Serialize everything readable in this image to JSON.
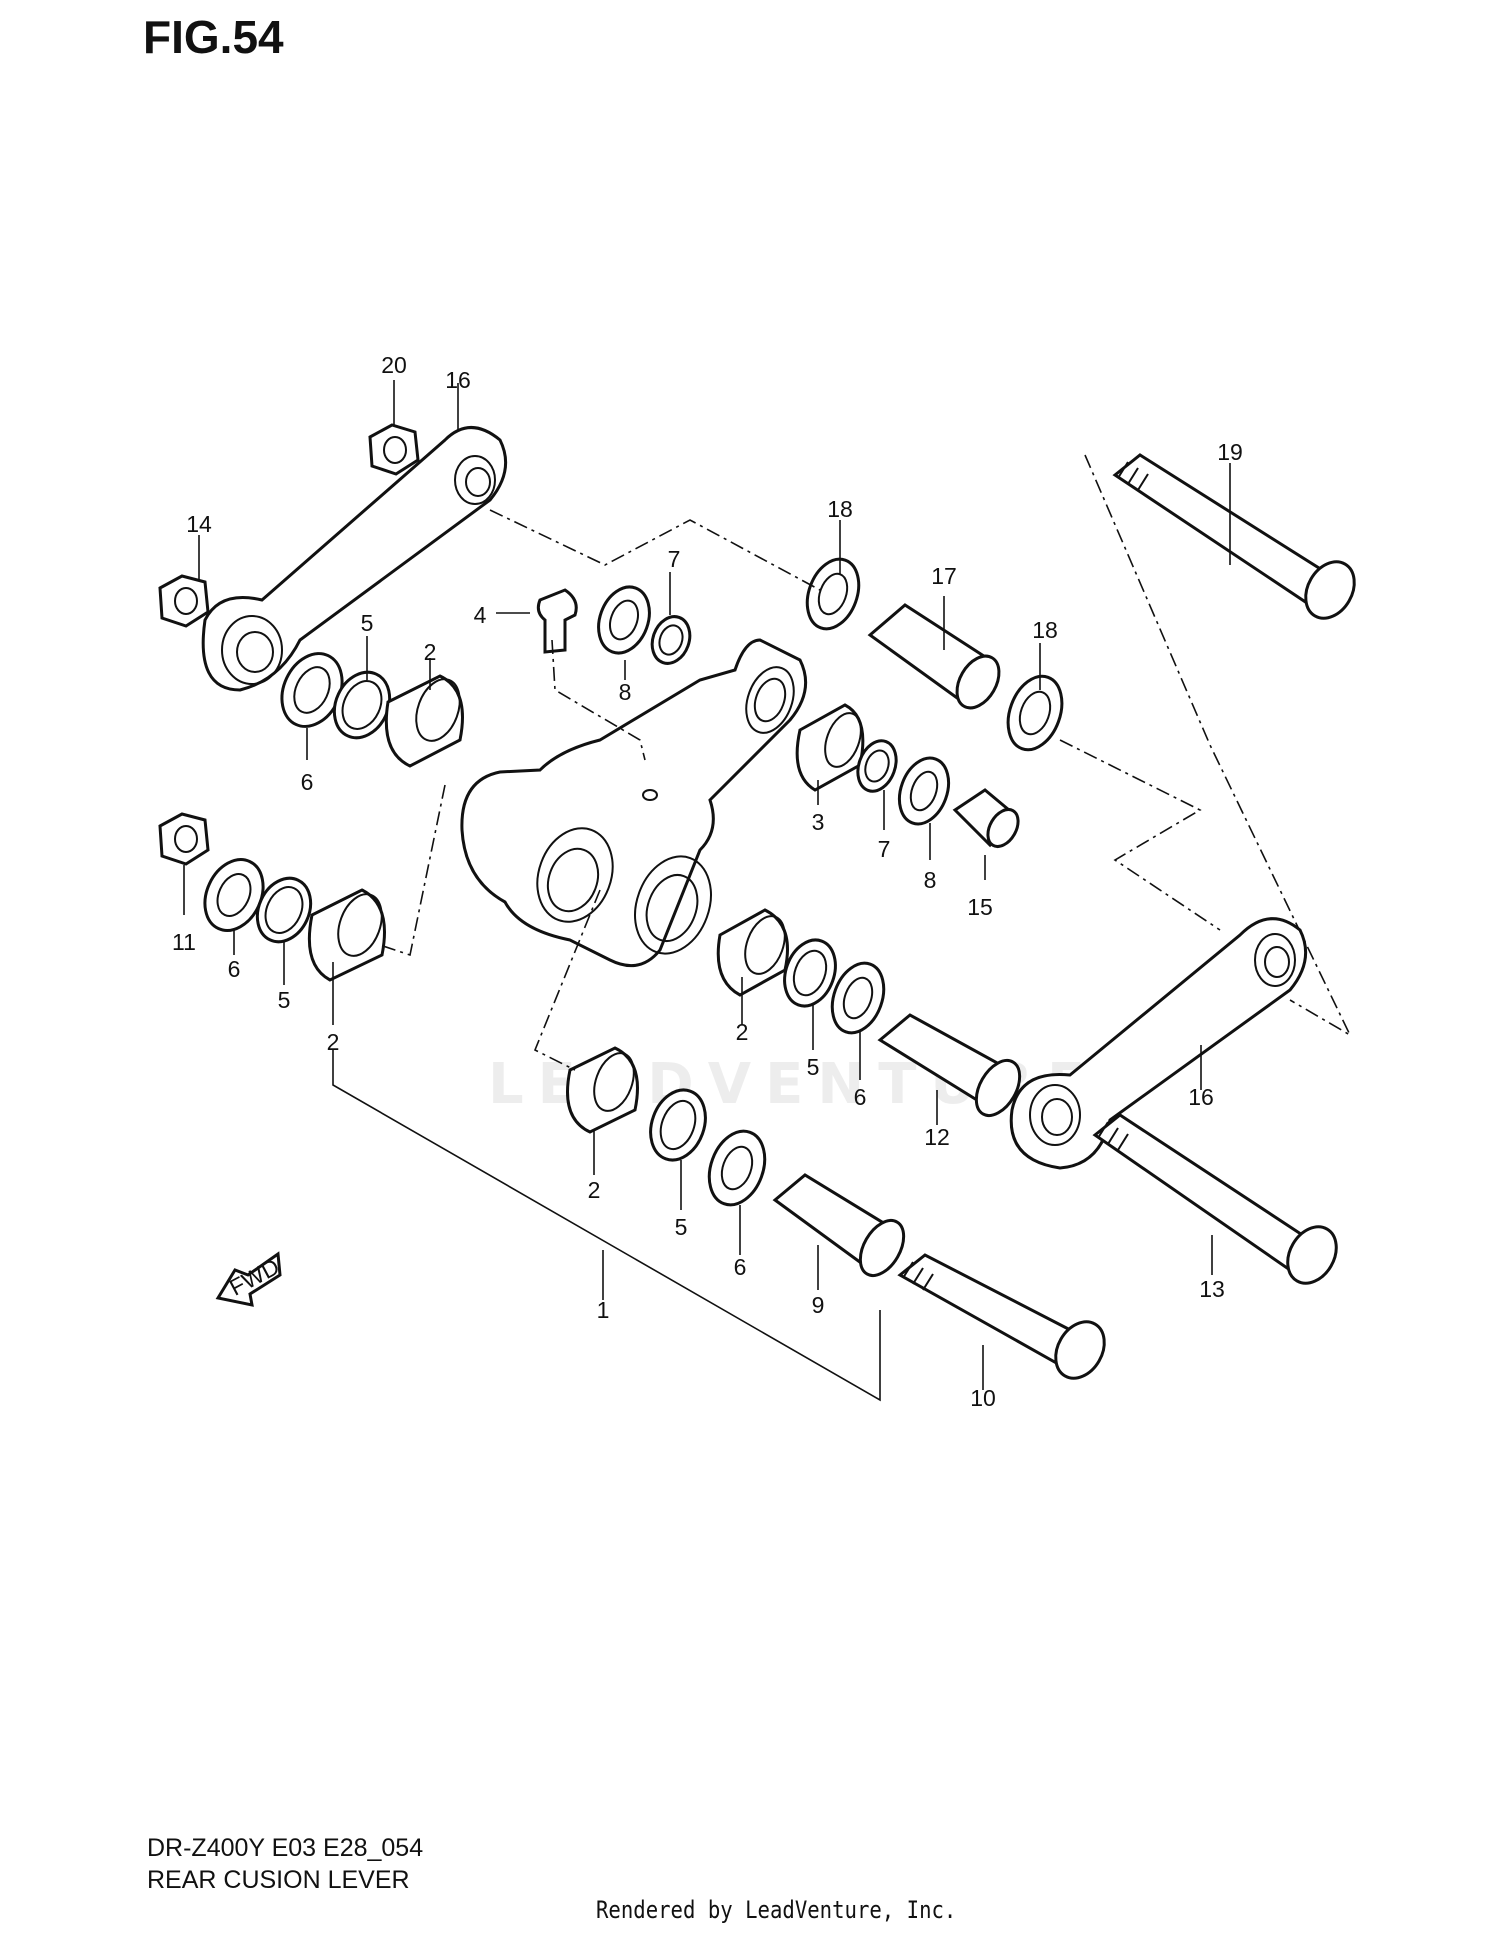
{
  "figure": {
    "title": "FIG.54"
  },
  "footer": {
    "model_code": "DR-Z400Y E03 E28_054",
    "section_name": "REAR CUSION LEVER",
    "rendered_by": "Rendered by LeadVenture, Inc."
  },
  "watermark": {
    "text": "LEADVENTURE"
  },
  "fwd_marker": {
    "label": "FWD"
  },
  "callouts": [
    {
      "id": "c20",
      "label": "20"
    },
    {
      "id": "c16a",
      "label": "16"
    },
    {
      "id": "c14",
      "label": "14"
    },
    {
      "id": "c18a",
      "label": "18"
    },
    {
      "id": "c19",
      "label": "19"
    },
    {
      "id": "c7a",
      "label": "7"
    },
    {
      "id": "c4",
      "label": "4"
    },
    {
      "id": "c5a",
      "label": "5"
    },
    {
      "id": "c2a",
      "label": "2"
    },
    {
      "id": "c8a",
      "label": "8"
    },
    {
      "id": "c17",
      "label": "17"
    },
    {
      "id": "c18b",
      "label": "18"
    },
    {
      "id": "c6a",
      "label": "6"
    },
    {
      "id": "c3",
      "label": "3"
    },
    {
      "id": "c7b",
      "label": "7"
    },
    {
      "id": "c8b",
      "label": "8"
    },
    {
      "id": "c15",
      "label": "15"
    },
    {
      "id": "c11",
      "label": "11"
    },
    {
      "id": "c6b",
      "label": "6"
    },
    {
      "id": "c5b",
      "label": "5"
    },
    {
      "id": "c2b",
      "label": "2"
    },
    {
      "id": "c2c",
      "label": "2"
    },
    {
      "id": "c5c",
      "label": "5"
    },
    {
      "id": "c6c",
      "label": "6"
    },
    {
      "id": "c16b",
      "label": "16"
    },
    {
      "id": "c12",
      "label": "12"
    },
    {
      "id": "c2d",
      "label": "2"
    },
    {
      "id": "c5d",
      "label": "5"
    },
    {
      "id": "c6d",
      "label": "6"
    },
    {
      "id": "c9",
      "label": "9"
    },
    {
      "id": "c13",
      "label": "13"
    },
    {
      "id": "c1",
      "label": "1"
    },
    {
      "id": "c10",
      "label": "10"
    }
  ]
}
